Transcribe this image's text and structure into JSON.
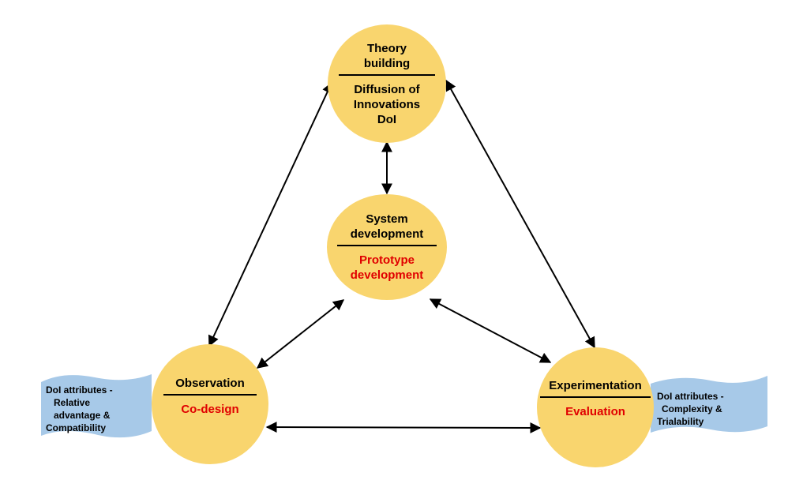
{
  "nodes": {
    "theory": {
      "title": "Theory building",
      "subtitle": "Diffusion of Innovations DoI"
    },
    "system": {
      "title": "System development",
      "subtitle": "Prototype development"
    },
    "observation": {
      "title": "Observation",
      "subtitle": "Co-design"
    },
    "experimentation": {
      "title": "Experimentation",
      "subtitle": "Evaluation"
    }
  },
  "colors": {
    "circle": "#f9d56e",
    "flag": "#a7c9e8",
    "highlight": "#e00000"
  },
  "flags": {
    "left": {
      "line1": "DoI attributes -",
      "line2": "Relative",
      "line3": "advantage &",
      "line4": "Compatibility"
    },
    "right": {
      "line1": "DoI attributes -",
      "line2": "Complexity &",
      "line3": "Trialability"
    }
  }
}
